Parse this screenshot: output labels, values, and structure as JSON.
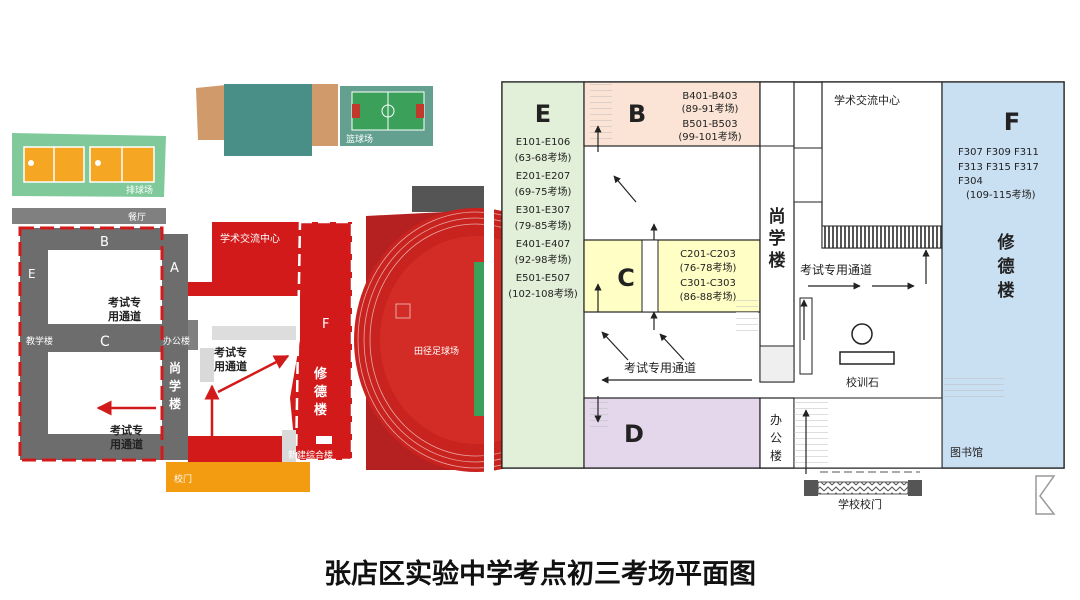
{
  "title": "张店区实验中学考点初三考场平面图",
  "colors": {
    "red": "#d21a1a",
    "gray": "#6d6d6d",
    "green_court": "#7fc99b",
    "orange_gate": "#f39c12",
    "e_fill": "#e2f0d9",
    "b_fill": "#fbe4d5",
    "c_fill": "#ffffc5",
    "d_fill": "#e4d7ec",
    "f_fill": "#c9dff2"
  },
  "left_map": {
    "volleyball": "排球场",
    "basketball": "篮球场",
    "canteen": "餐厅",
    "block_b": "B",
    "block_a": "A",
    "block_e": "E",
    "block_c": "C",
    "block_f": "F",
    "teaching": "教学楼",
    "office": "办公楼",
    "shang_1": "尚",
    "shang_2": "学",
    "shang_3": "楼",
    "xiu_1": "修",
    "xiu_2": "德",
    "xiu_3": "楼",
    "exchange": "学术交流中心",
    "field": "田径足球场",
    "new_building": "新建综合楼",
    "gate": "校门",
    "lane1_a": "考试专",
    "lane1_b": "用通道",
    "lane2_a": "考试专",
    "lane2_b": "用通道",
    "lane3_a": "考试专",
    "lane3_b": "用通道"
  },
  "right_map": {
    "e": {
      "letter": "E",
      "lines": [
        "E101-E106",
        "(63-68考场)",
        "E201-E207",
        "(69-75考场)",
        "E301-E307",
        "(79-85考场)",
        "E401-E407",
        "(92-98考场)",
        "E501-E507",
        "(102-108考场)"
      ]
    },
    "b": {
      "letter": "B",
      "lines": [
        "B401-B403",
        "(89-91考场)",
        "B501-B503",
        "(99-101考场)"
      ]
    },
    "c": {
      "letter": "C",
      "lines": [
        "C201-C203",
        "(76-78考场)",
        "C301-C303",
        "(86-88考场)"
      ]
    },
    "d": {
      "letter": "D"
    },
    "f": {
      "letter": "F",
      "lines": [
        "F307  F309  F311",
        "F313  F315  F317",
        "F304",
        "(109-115考场)"
      ]
    },
    "shang_1": "尚",
    "shang_2": "学",
    "shang_3": "楼",
    "xiu_1": "修",
    "xiu_2": "德",
    "xiu_3": "楼",
    "office_1": "办",
    "office_2": "公",
    "office_3": "楼",
    "exchange": "学术交流中心",
    "lane_right": "考试专用通道",
    "lane_left": "考试专用通道",
    "motto_stone": "校训石",
    "library": "图书馆",
    "school_gate": "学校校门"
  }
}
